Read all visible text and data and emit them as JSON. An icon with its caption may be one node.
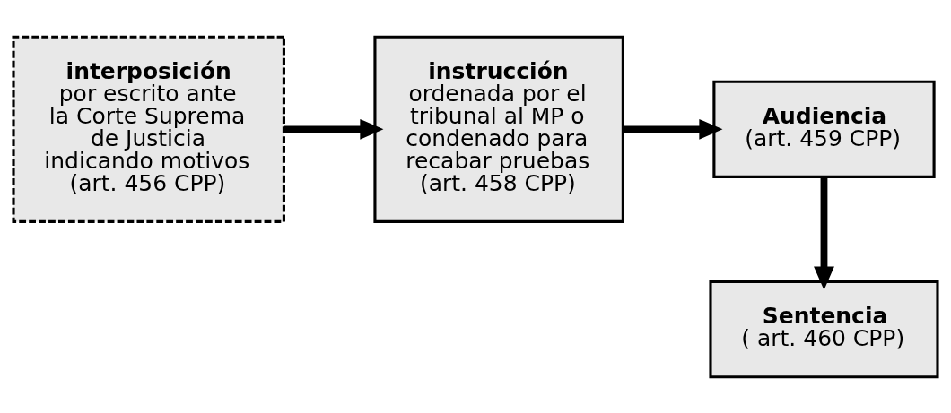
{
  "diagram": {
    "nodes": [
      {
        "text": [
          "interposición",
          "por escrito ante la Corte Suprema de Justicia indicando motivos (art. 456 CPP)"
        ]
      },
      {
        "text": [
          "instrucción",
          "ordenada por el tribunal al MP o condenado para recabar pruebas (art. 458 CPP)"
        ]
      },
      {
        "text": [
          "Audiencia",
          "(art. 459 CPP)"
        ]
      },
      {
        "text": [
          "Sentencia",
          "( art. 460 CPP)"
        ]
      }
    ],
    "edges": [
      {
        "from": 0,
        "to": 1,
        "arrow": "to"
      },
      {
        "from": 1,
        "to": 2,
        "arrow": "to"
      },
      {
        "from": 2,
        "to": 3,
        "arrow": "to"
      }
    ]
  }
}
